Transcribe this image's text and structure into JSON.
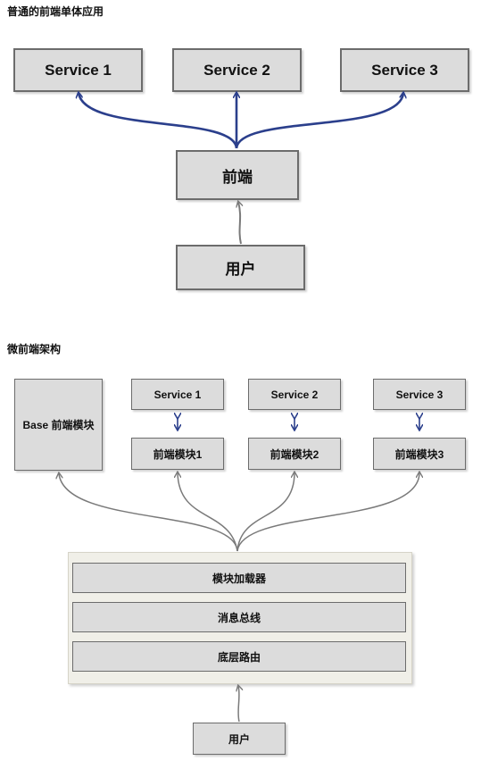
{
  "diagram1": {
    "title": "普通的前端单体应用",
    "services": [
      "Service 1",
      "Service 2",
      "Service 3"
    ],
    "frontend": "前端",
    "user": "用户"
  },
  "diagram2": {
    "title": "微前端架构",
    "base_module": "Base 前端模块",
    "services": [
      "Service 1",
      "Service 2",
      "Service 3"
    ],
    "modules": [
      "前端模块1",
      "前端模块2",
      "前端模块3"
    ],
    "layers": [
      "模块加载器",
      "消息总线",
      "底层路由"
    ],
    "user": "用户"
  },
  "colors": {
    "blue_arrow": "#2b3f8c",
    "gray_arrow": "#7a7a7a",
    "box_fill": "#dcdcdc",
    "box_border": "#6c6c6c"
  }
}
